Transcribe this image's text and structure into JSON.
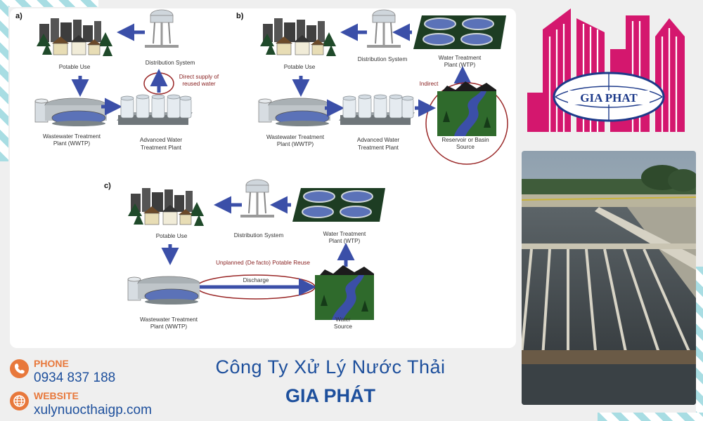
{
  "diagram": {
    "panel_a": {
      "letter": "a)",
      "potable_use": "Potable Use",
      "distribution": "Distribution System",
      "direct_supply": [
        "Direct supply of",
        "reused water"
      ],
      "wwtp": [
        "Wastewater Treatment",
        "Plant (WWTP)"
      ],
      "awtp": [
        "Advanced Water",
        "Treatment Plant"
      ]
    },
    "panel_b": {
      "letter": "b)",
      "potable_use": "Potable Use",
      "distribution": "Distribution System",
      "wtp": [
        "Water Treatment",
        "Plant (WTP)"
      ],
      "indirect": "Indirect",
      "wwtp": [
        "Wastewater Treatment",
        "Plant (WWTP)"
      ],
      "awtp": [
        "Advanced Water",
        "Treatment  Plant"
      ],
      "reservoir": [
        "Reservoir or Basin",
        "Source"
      ]
    },
    "panel_c": {
      "letter": "c)",
      "potable_use": "Potable Use",
      "distribution": "Distribution System",
      "wtp": [
        "Water Treatment",
        "Plant (WTP)"
      ],
      "unplanned": "Unplanned (De facto) Potable Reuse",
      "discharge": "Discharge",
      "wwtp": [
        "Wastewater Treatment",
        "Plant (WWTP)"
      ],
      "water_source": [
        "Water",
        "Source"
      ]
    }
  },
  "logo": {
    "text": "GIA PHAT",
    "color": "#d4176e"
  },
  "contact": {
    "phone_label": "PHONE",
    "phone": "0934 837 188",
    "website_label": "WEBSITE",
    "website": "xulynuocthaigp.com"
  },
  "company": {
    "line1": "Công Ty Xử Lý Nước Thải",
    "line2": "GIA PHÁT"
  },
  "icons": [
    "phone-icon",
    "globe-icon"
  ],
  "colors": {
    "brand_blue": "#1d4f9c",
    "accent_orange": "#e8783b",
    "arrow_blue": "#3b4fa8",
    "annotation_red": "#8a2323"
  }
}
